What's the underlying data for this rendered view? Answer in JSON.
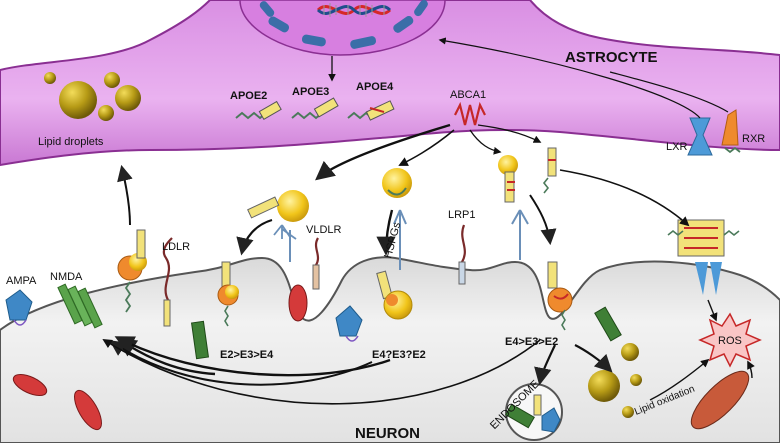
{
  "cells": {
    "astrocyte": "ASTROCYTE",
    "neuron": "NEURON"
  },
  "lipids": {
    "droplets": "Lipid droplets",
    "oxidation": "Lipid oxidation"
  },
  "apoe": {
    "apoe2": "APOE2",
    "apoe3": "APOE3",
    "apoe4": "APOE4"
  },
  "receptors": {
    "abca1": "ABCA1",
    "lxr": "LXR",
    "rxr": "RXR",
    "ldlr": "LDLR",
    "vldlr": "VLDLR",
    "lrp1": "LRP1",
    "hspgs": "HSPGs",
    "ampa": "AMPA",
    "nmda": "NMDA"
  },
  "orders": {
    "order1": "E2>E3>E4",
    "order2": "E4?E3?E2",
    "order3": "E4>E3>E2"
  },
  "organelles": {
    "endosome": "ENDOSOME",
    "ros": "ROS"
  },
  "colors": {
    "astrocyte_fill": "#e9a8ef",
    "astrocyte_edge": "#8a2f92",
    "nucleus_fill": "#d97fe0",
    "neuron_fill": "#ececec",
    "lipid_gold": "#b79b16",
    "apoe_yellow": "#f2e27a",
    "ros_fill": "#f9c6c6"
  }
}
